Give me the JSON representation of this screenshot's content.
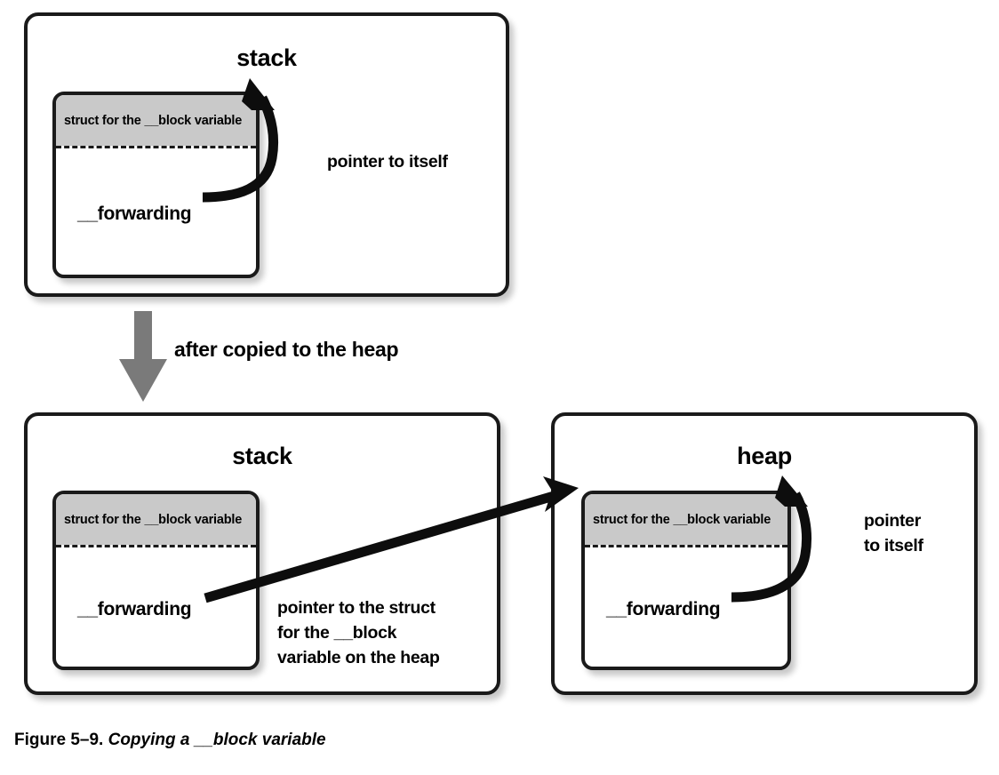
{
  "figure": {
    "caption_number": "Figure 5–9.",
    "caption_title": "Copying a __block variable"
  },
  "transition": {
    "label": "after copied to the heap",
    "arrow_color": "#7a7a7a",
    "arrow_icon": "down-arrow-icon"
  },
  "colors": {
    "outline": "#1a1a1a",
    "struct_header_fill": "#c9c9c9",
    "background": "#ffffff",
    "arrow": "#000000"
  },
  "before": {
    "stack": {
      "title": "stack",
      "struct": {
        "header_label": "struct for the __block variable",
        "field_label": "__forwarding"
      },
      "annotation": "pointer to itself",
      "arrow_icon": "curved-self-pointer-arrow-icon"
    }
  },
  "after": {
    "stack": {
      "title": "stack",
      "struct": {
        "header_label": "struct for the __block variable",
        "field_label": "__forwarding"
      },
      "annotation": "pointer to the struct\nfor the __block\nvariable on the heap",
      "arrow_icon": "straight-cross-region-arrow-icon"
    },
    "heap": {
      "title": "heap",
      "struct": {
        "header_label": "struct for the __block variable",
        "field_label": "__forwarding"
      },
      "annotation": "pointer\nto itself",
      "arrow_icon": "curved-self-pointer-arrow-icon"
    }
  }
}
